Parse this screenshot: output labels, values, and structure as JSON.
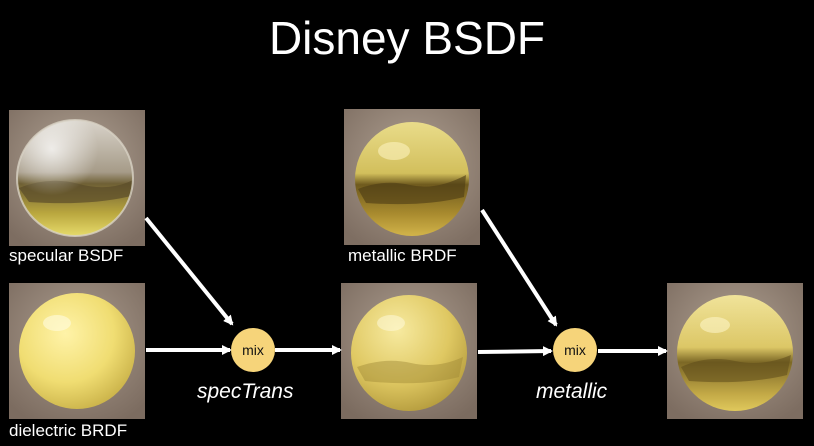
{
  "title": "Disney BSDF",
  "nodes": {
    "specular": {
      "label": "specular BSDF",
      "icon": "glass-sphere-icon"
    },
    "dielectric": {
      "label": "dielectric BRDF",
      "icon": "yellow-diffuse-sphere-icon"
    },
    "metallic": {
      "label": "metallic BRDF",
      "icon": "gold-metal-sphere-icon"
    },
    "intermediate": {
      "label": "",
      "icon": "mixed-sphere-icon"
    },
    "final": {
      "label": "",
      "icon": "final-sphere-icon"
    }
  },
  "mix_nodes": [
    {
      "label": "mix",
      "parameter": "specTrans"
    },
    {
      "label": "mix",
      "parameter": "metallic"
    }
  ],
  "colors": {
    "background": "#000000",
    "tile_background": "#8f7f72",
    "mix_fill": "#f6d47a",
    "arrow": "#ffffff",
    "sphere_yellow": "#f2e07a",
    "sphere_gold": "#cdb14a"
  }
}
